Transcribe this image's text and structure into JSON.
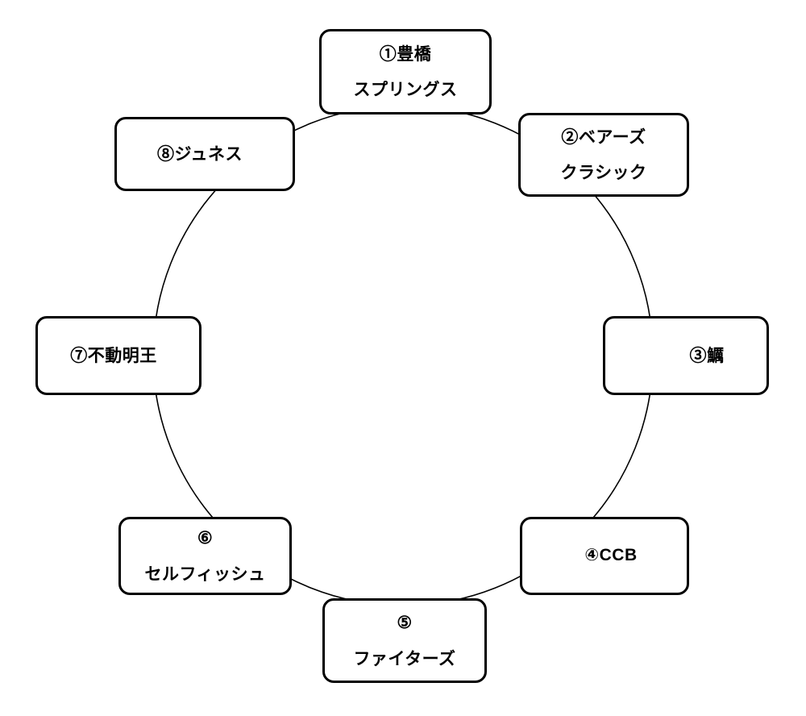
{
  "diagram": {
    "title": "",
    "type": "cycle",
    "shape": "circular-arc",
    "background_color": "#ffffff",
    "node_border_color": "#000000",
    "node_fill_color": "#ffffff",
    "arc_color": "#000000",
    "node_count": 8,
    "nodes": [
      {
        "marker": "①",
        "line1": "①豊橋",
        "line2": "スプリングス",
        "name": "toyohashi-springs"
      },
      {
        "marker": "②",
        "line1": "②ベアーズ",
        "line2": "クラシック",
        "name": "bears-classic"
      },
      {
        "marker": "③",
        "line1": "③鱱",
        "line2": "",
        "name": "shachi"
      },
      {
        "marker": "④",
        "line1": "④CCB",
        "line2": "",
        "name": "ccb"
      },
      {
        "marker": "⑤",
        "line1": "⑤",
        "line2": "ファイターズ",
        "name": "fighters"
      },
      {
        "marker": "⑥",
        "line1": "⑥",
        "line2": "セルフィッシュ",
        "name": "selfish"
      },
      {
        "marker": "⑦",
        "line1": "⑦不動明王",
        "line2": "",
        "name": "fudo-myoo"
      },
      {
        "marker": "⑧",
        "line1": "⑧ジュネス",
        "line2": "",
        "name": "jeunesse"
      }
    ]
  }
}
